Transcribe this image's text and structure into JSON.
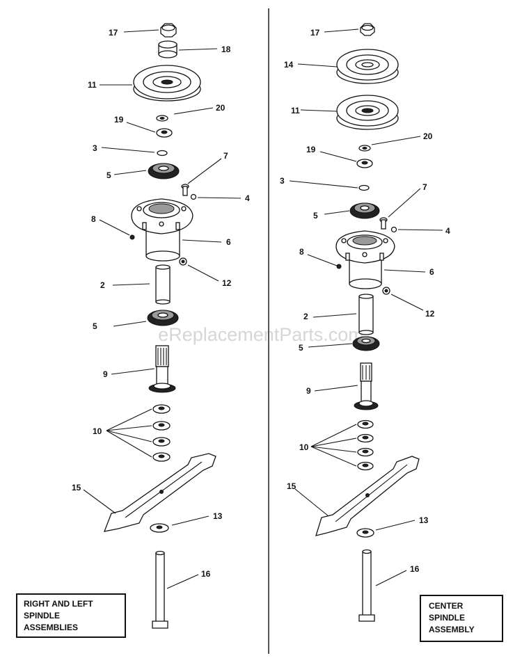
{
  "watermark": "eReplacementParts.com",
  "left_panel": {
    "caption_lines": [
      "RIGHT AND LEFT",
      "SPINDLE",
      "ASSEMBLIES"
    ],
    "callouts": [
      "17",
      "18",
      "11",
      "20",
      "19",
      "3",
      "5",
      "7",
      "4",
      "8",
      "6",
      "2",
      "12",
      "5",
      "9",
      "10",
      "15",
      "13",
      "16"
    ]
  },
  "right_panel": {
    "caption_lines": [
      "CENTER",
      "SPINDLE",
      "ASSEMBLY"
    ],
    "callouts": [
      "17",
      "14",
      "11",
      "20",
      "19",
      "3",
      "7",
      "5",
      "4",
      "8",
      "6",
      "2",
      "12",
      "5",
      "9",
      "10",
      "15",
      "13",
      "16"
    ]
  },
  "divider_color": "#555555"
}
